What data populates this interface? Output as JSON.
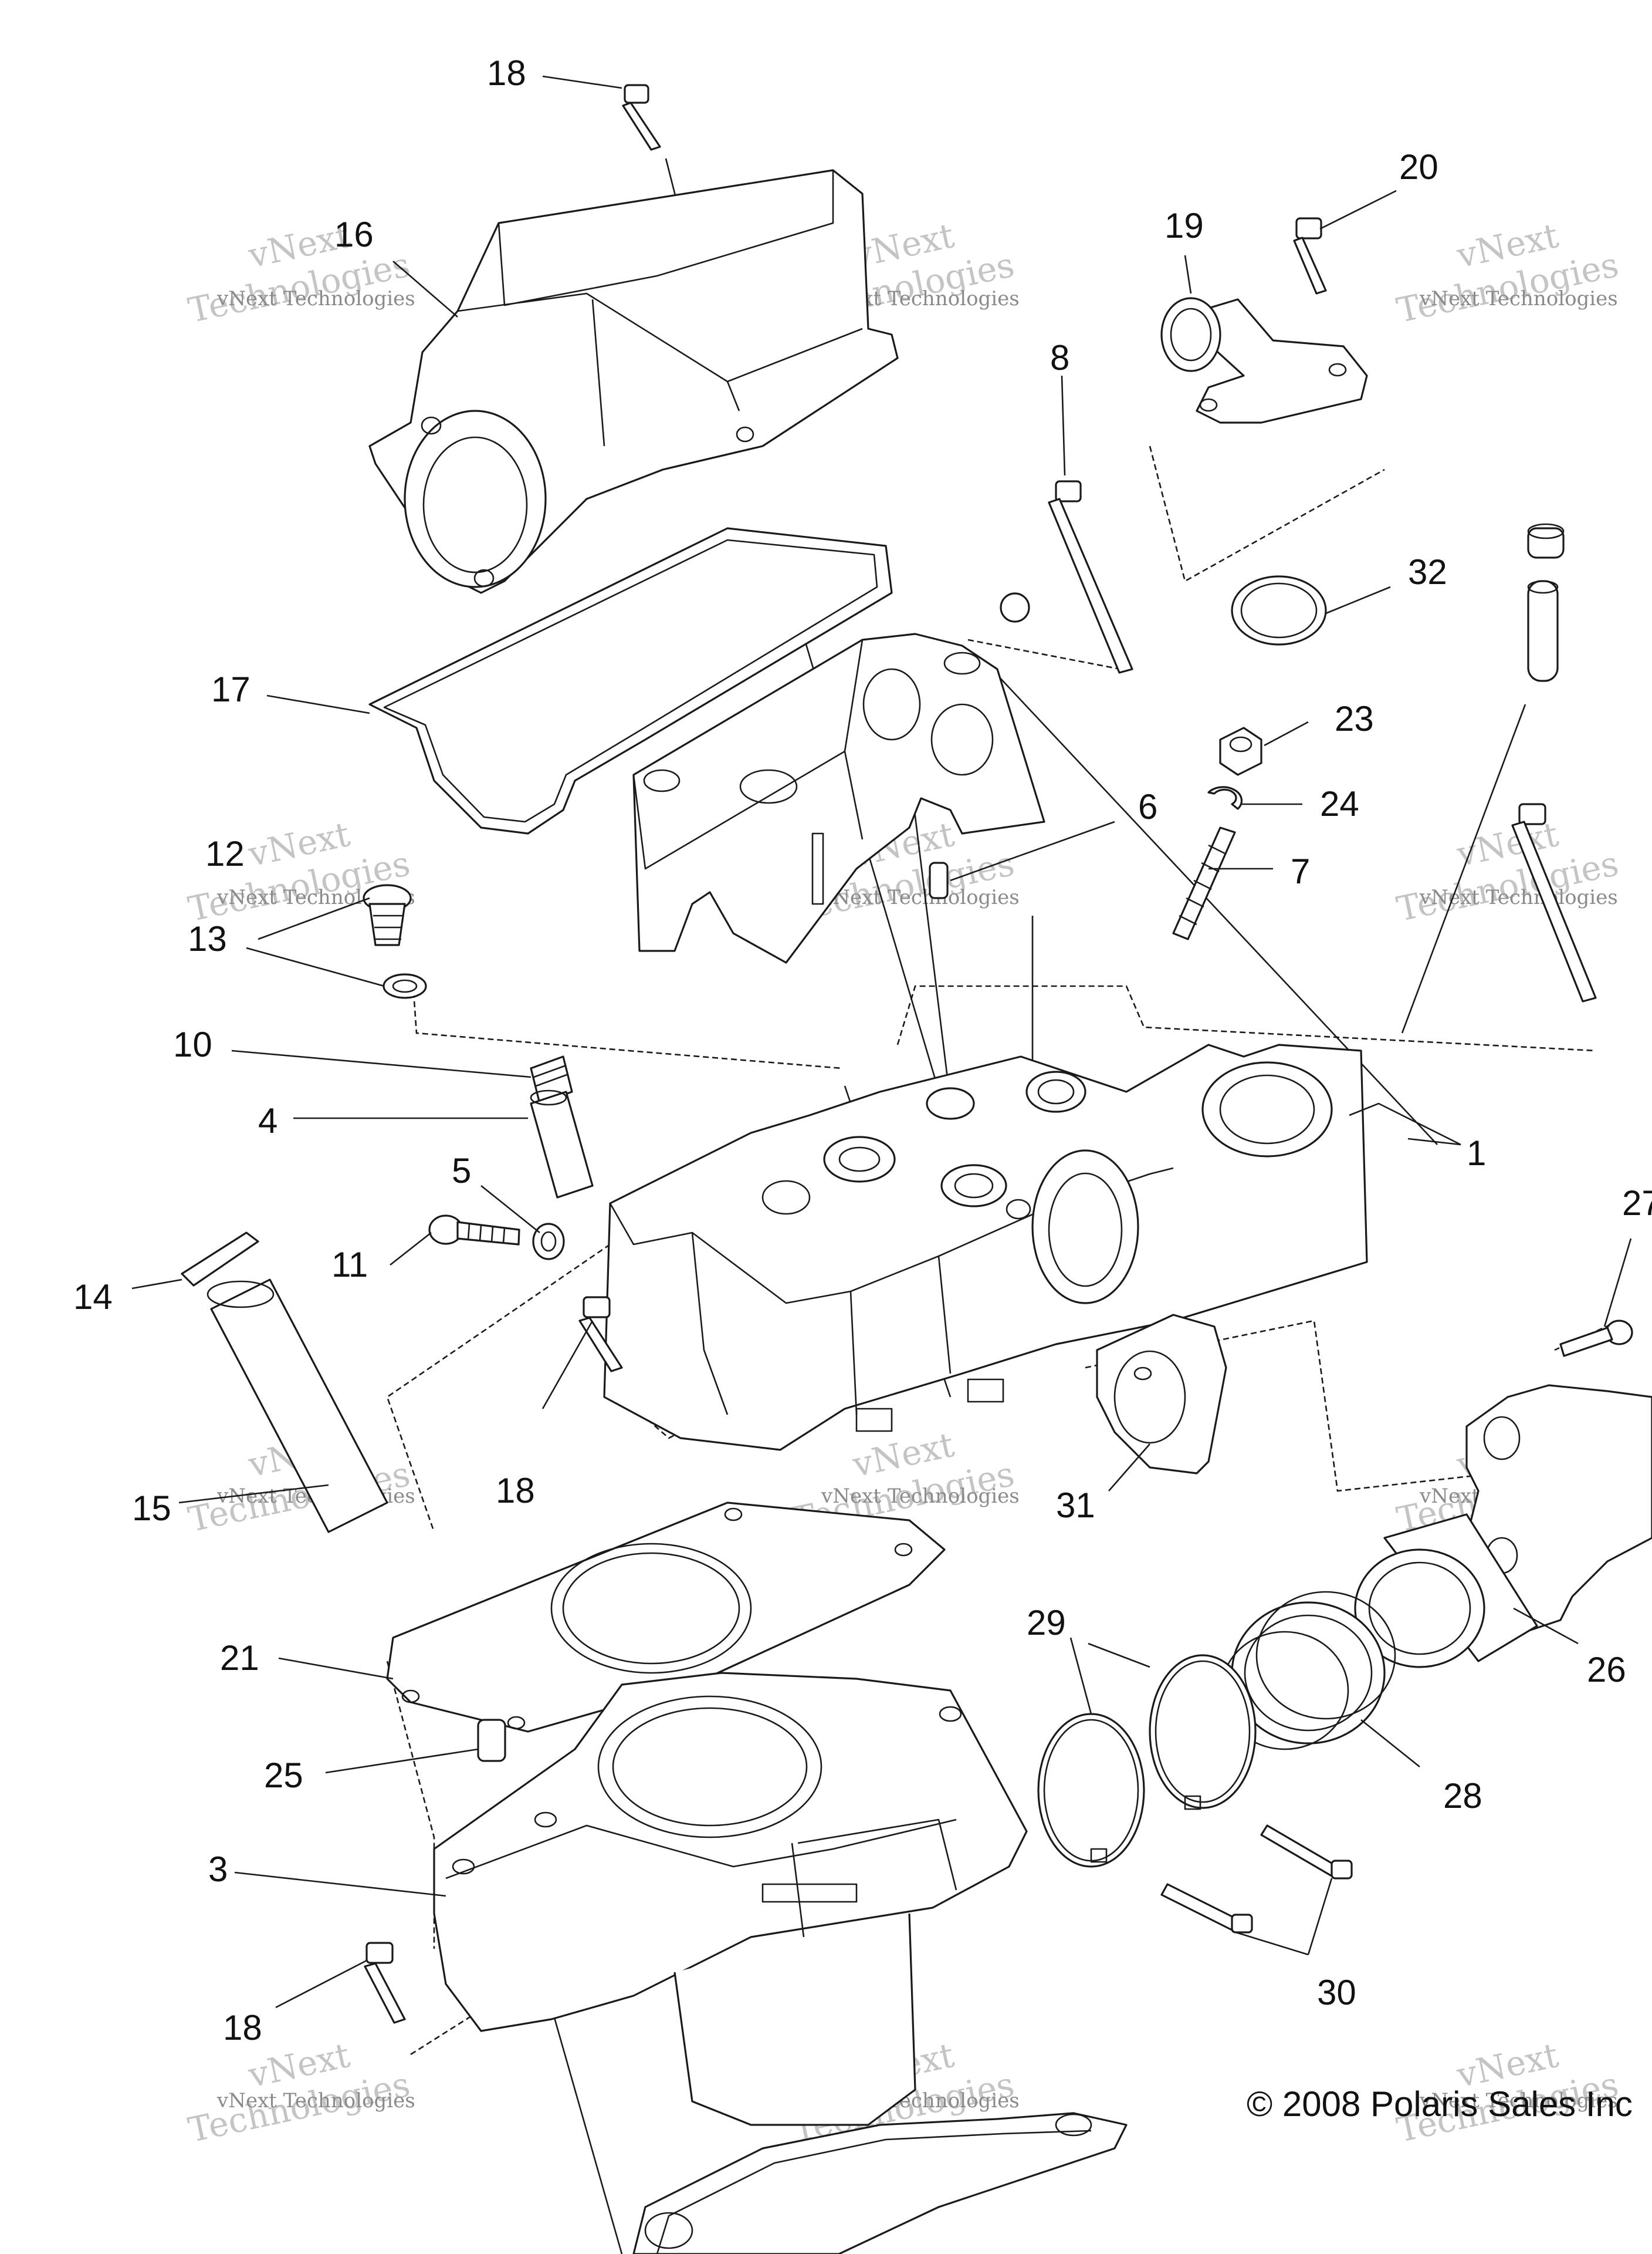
{
  "diagram": {
    "callouts": [
      {
        "id": "c18a",
        "text": "18"
      },
      {
        "id": "c16",
        "text": "16"
      },
      {
        "id": "c19",
        "text": "19"
      },
      {
        "id": "c20",
        "text": "20"
      },
      {
        "id": "c8",
        "text": "8"
      },
      {
        "id": "c32",
        "text": "32"
      },
      {
        "id": "c17",
        "text": "17"
      },
      {
        "id": "c23",
        "text": "23"
      },
      {
        "id": "c24",
        "text": "24"
      },
      {
        "id": "c6",
        "text": "6"
      },
      {
        "id": "c7",
        "text": "7"
      },
      {
        "id": "c12",
        "text": "12"
      },
      {
        "id": "c13",
        "text": "13"
      },
      {
        "id": "c10",
        "text": "10"
      },
      {
        "id": "c4",
        "text": "4"
      },
      {
        "id": "c5",
        "text": "5"
      },
      {
        "id": "c1",
        "text": "1"
      },
      {
        "id": "c11",
        "text": "11"
      },
      {
        "id": "c27",
        "text": "27"
      },
      {
        "id": "c14",
        "text": "14"
      },
      {
        "id": "c18b",
        "text": "18"
      },
      {
        "id": "c31",
        "text": "31"
      },
      {
        "id": "c15",
        "text": "15"
      },
      {
        "id": "c29",
        "text": "29"
      },
      {
        "id": "c21",
        "text": "21"
      },
      {
        "id": "c26",
        "text": "26"
      },
      {
        "id": "c28",
        "text": "28"
      },
      {
        "id": "c25",
        "text": "25"
      },
      {
        "id": "c3",
        "text": "3"
      },
      {
        "id": "c30",
        "text": "30"
      },
      {
        "id": "c18c",
        "text": "18"
      }
    ],
    "copyright": "© 2008 Polaris Sales Inc",
    "watermark": {
      "line1": "vNext",
      "line2": "Technologies",
      "line3": "vNext Technologies"
    }
  }
}
